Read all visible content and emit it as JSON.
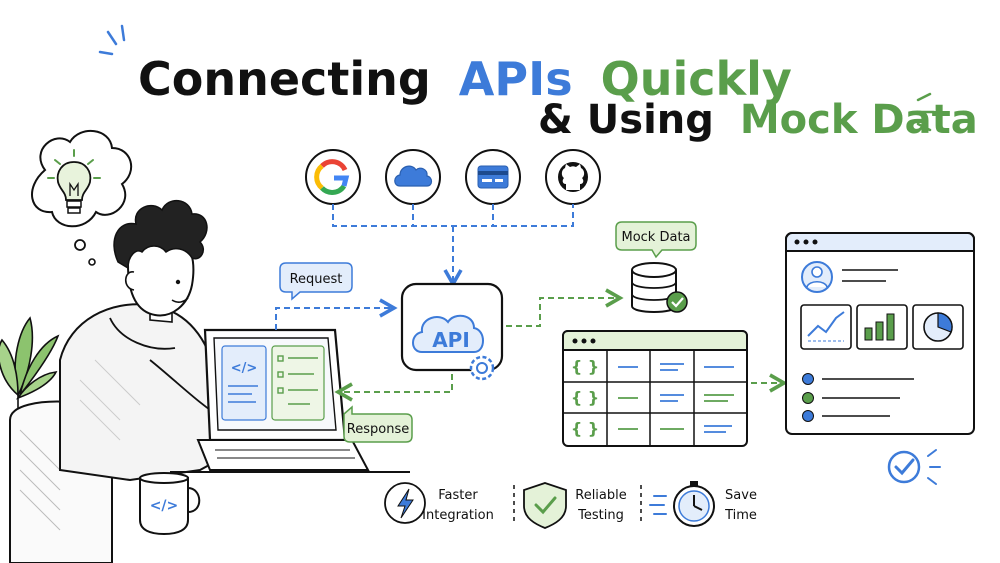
{
  "title": {
    "line1_part1": "Connecting",
    "line1_part2": "APIs",
    "line1_part3": "Quickly",
    "line2_part1": "& Using",
    "line2_part2": "Mock Data"
  },
  "center": {
    "api_label": "API"
  },
  "labels": {
    "request": "Request",
    "response": "Response",
    "mock_data": "Mock Data"
  },
  "laptop": {
    "code_glyph": "</>"
  },
  "mug": {
    "code_glyph": "</>"
  },
  "table": {
    "row_glyph": [
      "{ }",
      "{ }",
      "{ }"
    ]
  },
  "benefits": [
    {
      "line1": "Faster",
      "line2": "Integration"
    },
    {
      "line1": "Reliable",
      "line2": "Testing"
    },
    {
      "line1": "Save",
      "line2": "Time"
    }
  ],
  "services": [
    {
      "icon": "google-icon"
    },
    {
      "icon": "cloud-icon"
    },
    {
      "icon": "credit-card-icon"
    },
    {
      "icon": "github-icon"
    }
  ],
  "colors": {
    "blue": "#3d7bd9",
    "green": "#5a9e4b",
    "ink": "#111111",
    "light_green": "#e4f2d8",
    "light_blue": "#e3edfb"
  }
}
